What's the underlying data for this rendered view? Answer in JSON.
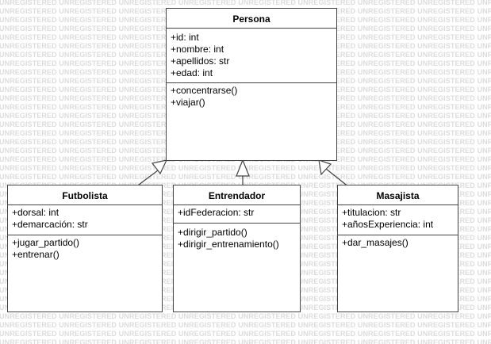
{
  "watermark": {
    "text": "UNREGISTERED"
  },
  "diagram": {
    "classes": [
      {
        "name": "Persona",
        "attributes": [
          "+id: int",
          "+nombre: int",
          "+apellidos: str",
          "+edad: int"
        ],
        "methods": [
          "+concentrarse()",
          "+viajar()"
        ]
      },
      {
        "name": "Futbolista",
        "attributes": [
          "+dorsal: int",
          "+demarcación: str"
        ],
        "methods": [
          "+jugar_partido()",
          "+entrenar()"
        ]
      },
      {
        "name": "Entrendador",
        "attributes": [
          "+idFederacion: str"
        ],
        "methods": [
          "+dirigir_partido()",
          "+dirigir_entrenamiento()"
        ]
      },
      {
        "name": "Masajista",
        "attributes": [
          "+titulacion: str",
          "+añosExperiencia: int"
        ],
        "methods": [
          "+dar_masajes()"
        ]
      }
    ],
    "relations": [
      {
        "type": "generalization",
        "from": "Futbolista",
        "to": "Persona"
      },
      {
        "type": "generalization",
        "from": "Entrendador",
        "to": "Persona"
      },
      {
        "type": "generalization",
        "from": "Masajista",
        "to": "Persona"
      }
    ]
  }
}
